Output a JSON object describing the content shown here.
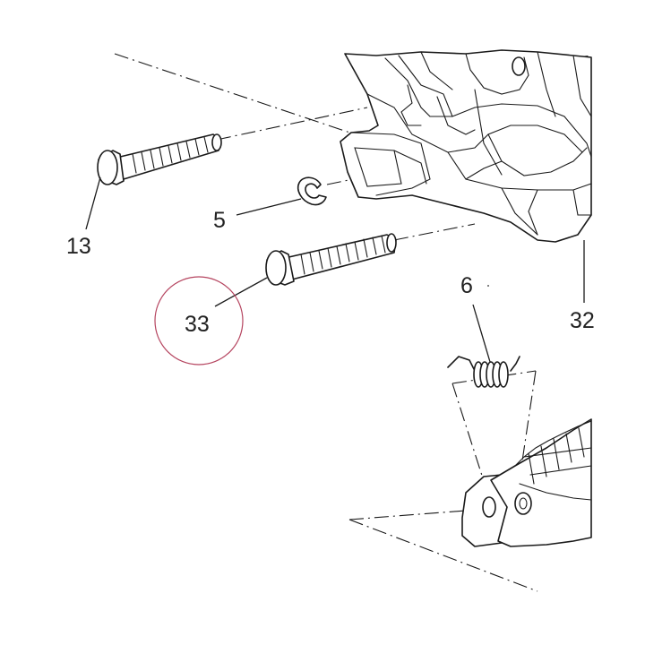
{
  "diagram": {
    "callouts": [
      {
        "key": "screw_13",
        "text": "13"
      },
      {
        "key": "clip_5",
        "text": "5"
      },
      {
        "key": "screw_33",
        "text": "33"
      },
      {
        "key": "spring_6",
        "text": "6"
      },
      {
        "key": "bracket_32",
        "text": "32"
      }
    ],
    "highlight": {
      "target": "33",
      "color": "#b5445f"
    }
  }
}
